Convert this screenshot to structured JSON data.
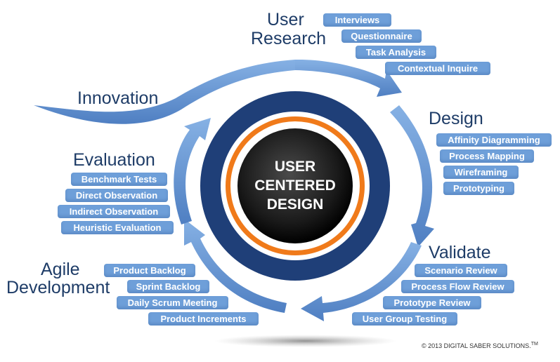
{
  "colors": {
    "title": "#1e3c67",
    "tag": "#6e9fd9",
    "arrow": "#5f8fcf",
    "ring_outer": "#1f3f78",
    "ring_orange": "#f07a1a",
    "center": "#1c1c1c"
  },
  "center": {
    "line1": "USER",
    "line2": "CENTERED",
    "line3": "DESIGN"
  },
  "phases": {
    "research": {
      "title_line1": "User",
      "title_line2": "Research",
      "items": [
        "Interviews",
        "Questionnaire",
        "Task Analysis",
        "Contextual Inquire"
      ]
    },
    "design": {
      "title": "Design",
      "items": [
        "Affinity Diagramming",
        "Process Mapping",
        "Wireframing",
        "Prototyping"
      ]
    },
    "validate": {
      "title": "Validate",
      "items": [
        "Scenario Review",
        "Process Flow Review",
        "Prototype Review",
        "User Group Testing"
      ]
    },
    "agile": {
      "title_line1": "Agile",
      "title_line2": "Development",
      "items": [
        "Product Backlog",
        "Sprint Backlog",
        "Daily Scrum Meeting",
        "Product Increments"
      ]
    },
    "evaluation": {
      "title": "Evaluation",
      "items": [
        "Benchmark Tests",
        "Direct Observation",
        "Indirect Observation",
        "Heuristic Evaluation"
      ]
    },
    "innovation": {
      "title": "Innovation"
    }
  },
  "footer": {
    "copyright": "© 2013 DIGITAL SABER SOLUTIONS.",
    "trademark": "TM"
  }
}
